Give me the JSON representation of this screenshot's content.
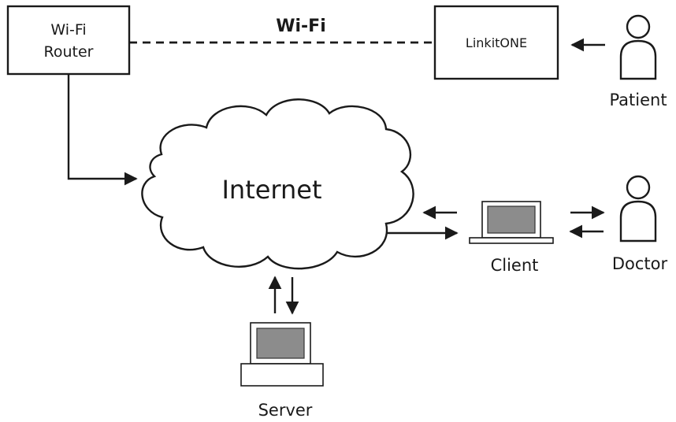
{
  "nodes": {
    "router": {
      "line1": "Wi-Fi",
      "line2": "Router"
    },
    "linkit": {
      "label": "LinkitONE"
    },
    "wifi_link": {
      "label": "Wi-Fi"
    },
    "internet": {
      "label": "Internet"
    },
    "client": {
      "label": "Client"
    },
    "server": {
      "label": "Server"
    },
    "patient": {
      "label": "Patient"
    },
    "doctor": {
      "label": "Doctor"
    }
  },
  "colors": {
    "stroke": "#1a1a1a",
    "screen": "#8c8c8c",
    "background": "#ffffff"
  }
}
